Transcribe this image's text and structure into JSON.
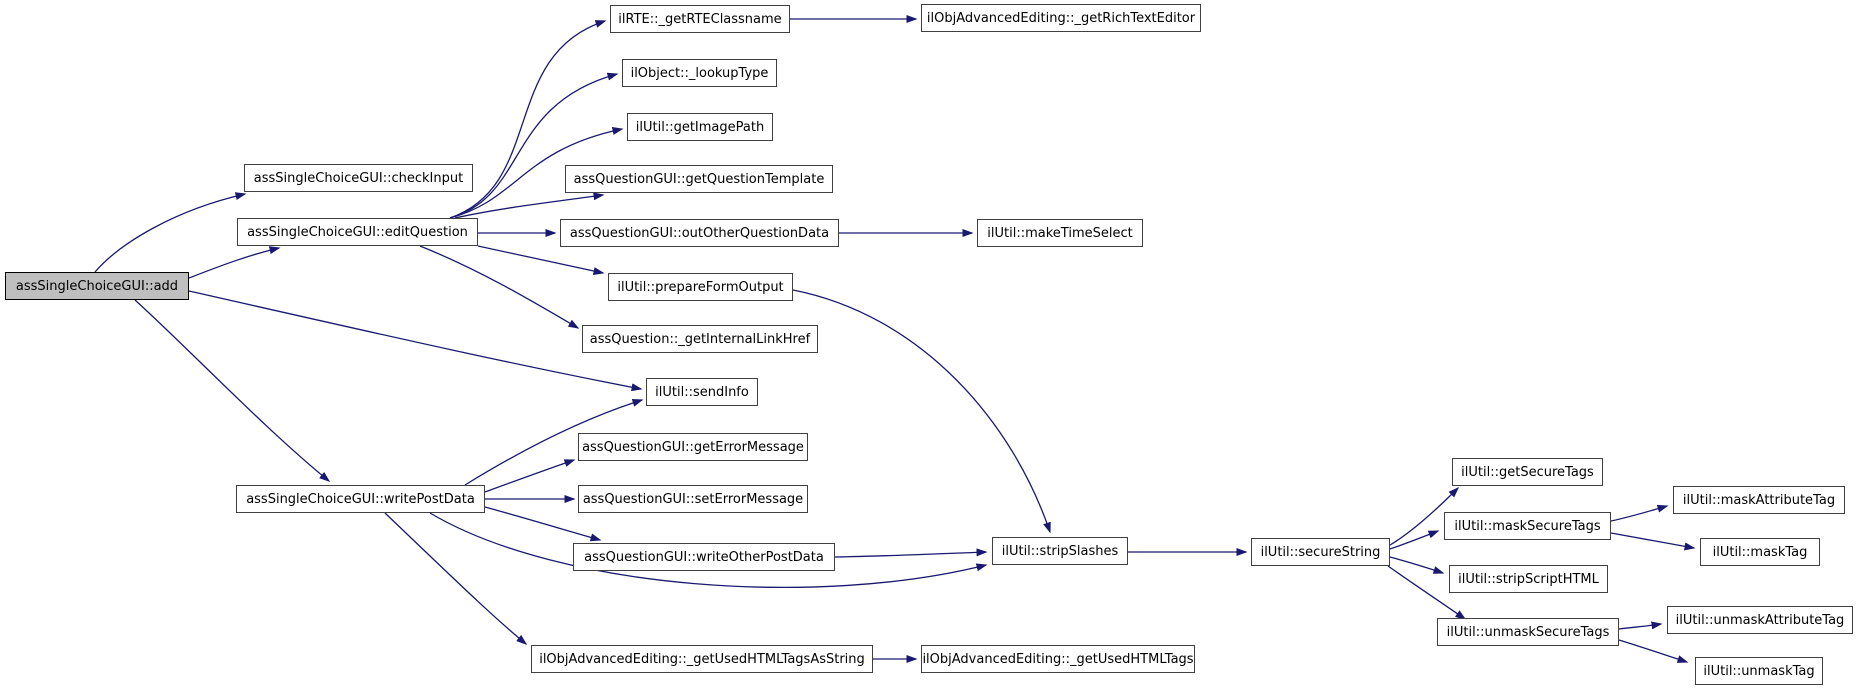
{
  "diagram": {
    "kind": "doxygen-call-graph",
    "root_function": "assSingleChoiceGUI::add"
  },
  "colors": {
    "edge": "#191970",
    "node_border": "#404040",
    "node_fill": "#ffffff",
    "node_text": "#000000",
    "highlight_fill": "#bfbfbf",
    "background": "#ffffff"
  },
  "nodes": [
    {
      "id": "add",
      "label": "assSingleChoiceGUI::add",
      "highlighted": true
    },
    {
      "id": "checkInput",
      "label": "assSingleChoiceGUI::checkInput",
      "highlighted": false
    },
    {
      "id": "editQuestion",
      "label": "assSingleChoiceGUI::editQuestion",
      "highlighted": false
    },
    {
      "id": "writePostData",
      "label": "assSingleChoiceGUI::writePostData",
      "highlighted": false
    },
    {
      "id": "getRTEClassname",
      "label": "ilRTE::_getRTEClassname",
      "highlighted": false
    },
    {
      "id": "lookupType",
      "label": "ilObject::_lookupType",
      "highlighted": false
    },
    {
      "id": "getImagePath",
      "label": "ilUtil::getImagePath",
      "highlighted": false
    },
    {
      "id": "getQuestionTemplate",
      "label": "assQuestionGUI::getQuestionTemplate",
      "highlighted": false
    },
    {
      "id": "outOtherQuestionData",
      "label": "assQuestionGUI::outOtherQuestionData",
      "highlighted": false
    },
    {
      "id": "prepareFormOutput",
      "label": "ilUtil::prepareFormOutput",
      "highlighted": false
    },
    {
      "id": "getInternalLinkHref",
      "label": "assQuestion::_getInternalLinkHref",
      "highlighted": false
    },
    {
      "id": "sendInfo",
      "label": "ilUtil::sendInfo",
      "highlighted": false
    },
    {
      "id": "getErrorMessage",
      "label": "assQuestionGUI::getErrorMessage",
      "highlighted": false
    },
    {
      "id": "setErrorMessage",
      "label": "assQuestionGUI::setErrorMessage",
      "highlighted": false
    },
    {
      "id": "writeOtherPostData",
      "label": "assQuestionGUI::writeOtherPostData",
      "highlighted": false
    },
    {
      "id": "getUsedHTMLTagsAsString",
      "label": "ilObjAdvancedEditing::_getUsedHTMLTagsAsString",
      "highlighted": false
    },
    {
      "id": "getRichTextEditor",
      "label": "ilObjAdvancedEditing::_getRichTextEditor",
      "highlighted": false
    },
    {
      "id": "makeTimeSelect",
      "label": "ilUtil::makeTimeSelect",
      "highlighted": false
    },
    {
      "id": "stripSlashes",
      "label": "ilUtil::stripSlashes",
      "highlighted": false
    },
    {
      "id": "getUsedHTMLTags",
      "label": "ilObjAdvancedEditing::_getUsedHTMLTags",
      "highlighted": false
    },
    {
      "id": "secureString",
      "label": "ilUtil::secureString",
      "highlighted": false
    },
    {
      "id": "getSecureTags",
      "label": "ilUtil::getSecureTags",
      "highlighted": false
    },
    {
      "id": "maskSecureTags",
      "label": "ilUtil::maskSecureTags",
      "highlighted": false
    },
    {
      "id": "stripScriptHTML",
      "label": "ilUtil::stripScriptHTML",
      "highlighted": false
    },
    {
      "id": "unmaskSecureTags",
      "label": "ilUtil::unmaskSecureTags",
      "highlighted": false
    },
    {
      "id": "maskAttributeTag",
      "label": "ilUtil::maskAttributeTag",
      "highlighted": false
    },
    {
      "id": "maskTag",
      "label": "ilUtil::maskTag",
      "highlighted": false
    },
    {
      "id": "unmaskAttributeTag",
      "label": "ilUtil::unmaskAttributeTag",
      "highlighted": false
    },
    {
      "id": "unmaskTag",
      "label": "ilUtil::unmaskTag",
      "highlighted": false
    }
  ],
  "edges": [
    {
      "from": "add",
      "to": "checkInput"
    },
    {
      "from": "add",
      "to": "editQuestion"
    },
    {
      "from": "add",
      "to": "sendInfo"
    },
    {
      "from": "add",
      "to": "writePostData"
    },
    {
      "from": "editQuestion",
      "to": "getRTEClassname"
    },
    {
      "from": "editQuestion",
      "to": "lookupType"
    },
    {
      "from": "editQuestion",
      "to": "getImagePath"
    },
    {
      "from": "editQuestion",
      "to": "getQuestionTemplate"
    },
    {
      "from": "editQuestion",
      "to": "outOtherQuestionData"
    },
    {
      "from": "editQuestion",
      "to": "prepareFormOutput"
    },
    {
      "from": "editQuestion",
      "to": "getInternalLinkHref"
    },
    {
      "from": "getRTEClassname",
      "to": "getRichTextEditor"
    },
    {
      "from": "outOtherQuestionData",
      "to": "makeTimeSelect"
    },
    {
      "from": "prepareFormOutput",
      "to": "stripSlashes"
    },
    {
      "from": "writePostData",
      "to": "sendInfo"
    },
    {
      "from": "writePostData",
      "to": "getErrorMessage"
    },
    {
      "from": "writePostData",
      "to": "setErrorMessage"
    },
    {
      "from": "writePostData",
      "to": "writeOtherPostData"
    },
    {
      "from": "writePostData",
      "to": "stripSlashes"
    },
    {
      "from": "writePostData",
      "to": "getUsedHTMLTagsAsString"
    },
    {
      "from": "writeOtherPostData",
      "to": "stripSlashes"
    },
    {
      "from": "stripSlashes",
      "to": "secureString"
    },
    {
      "from": "secureString",
      "to": "getSecureTags"
    },
    {
      "from": "secureString",
      "to": "maskSecureTags"
    },
    {
      "from": "secureString",
      "to": "stripScriptHTML"
    },
    {
      "from": "secureString",
      "to": "unmaskSecureTags"
    },
    {
      "from": "maskSecureTags",
      "to": "maskAttributeTag"
    },
    {
      "from": "maskSecureTags",
      "to": "maskTag"
    },
    {
      "from": "unmaskSecureTags",
      "to": "unmaskAttributeTag"
    },
    {
      "from": "unmaskSecureTags",
      "to": "unmaskTag"
    },
    {
      "from": "getUsedHTMLTagsAsString",
      "to": "getUsedHTMLTags"
    }
  ]
}
